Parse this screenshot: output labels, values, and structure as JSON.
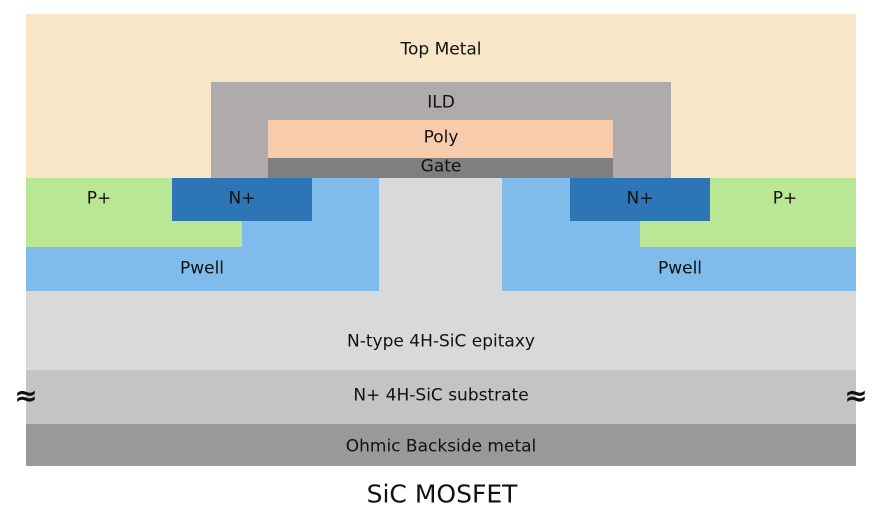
{
  "title": "SiC MOSFET",
  "layers": {
    "top_metal": "Top Metal",
    "ild": "ILD",
    "poly": "Poly",
    "gate": "Gate",
    "p_plus": "P+",
    "n_plus": "N+",
    "pwell": "Pwell",
    "epitaxy": "N-type 4H-SiC epitaxy",
    "substrate": "N+ 4H-SiC substrate",
    "backside_metal": "Ohmic Backside metal"
  },
  "break_symbol": "≈",
  "colors": {
    "top_metal": "#F8E6C8",
    "ild": "#AFABAB",
    "poly": "#F8CBAD",
    "gate": "#7F7F7F",
    "p_plus": "#BAE796",
    "n_plus": "#2E75B6",
    "pwell": "#7FBCEB",
    "epitaxy": "#D9D9D9",
    "substrate": "#C4C4C4",
    "backside_metal": "#999999"
  }
}
